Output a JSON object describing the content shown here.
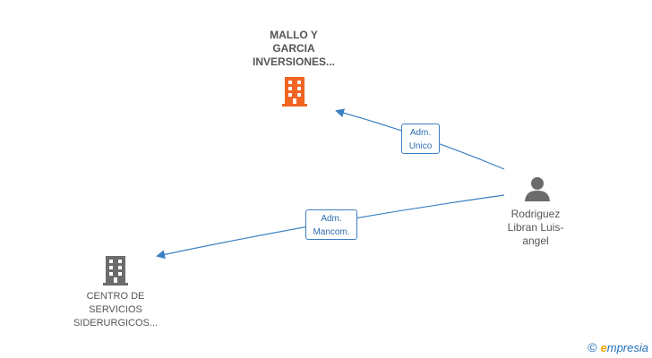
{
  "nodes": {
    "company_top": {
      "label": "MALLO Y\nGARCIA\nINVERSIONES...",
      "icon": "building-icon",
      "color": "#f26522"
    },
    "company_bottom": {
      "label": "CENTRO DE\nSERVICIOS\nSIDERURGICOS...",
      "icon": "building-icon",
      "color": "#6b6b6b"
    },
    "person": {
      "label": "Rodriguez\nLibran Luis-\nangel",
      "icon": "person-icon",
      "color": "#6b6b6b"
    }
  },
  "edges": {
    "to_top": {
      "label": "Adm.\nUnico",
      "color": "#3b7fc4"
    },
    "to_bottom": {
      "label": "Adm.\nMancom.",
      "color": "#3b7fc4"
    }
  },
  "branding": {
    "copyright_symbol": "©",
    "brand_first_letter": "e",
    "brand_rest": "mpresia"
  }
}
